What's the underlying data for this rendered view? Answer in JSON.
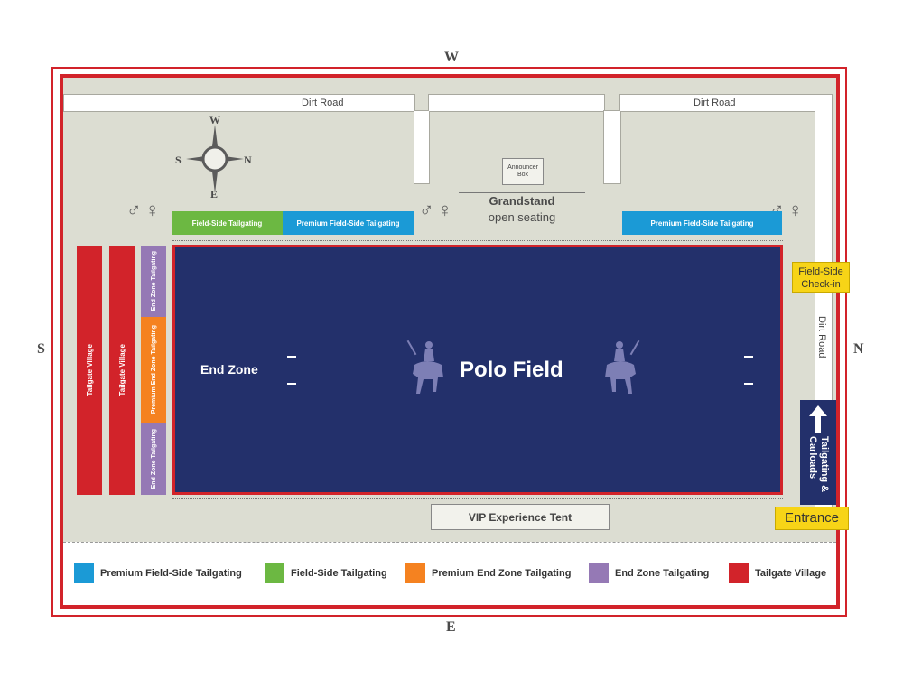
{
  "compass_labels": {
    "top": "W",
    "bottom": "E",
    "left": "S",
    "right": "N"
  },
  "compass_rose": {
    "w": "W",
    "e": "E",
    "s": "S",
    "n": "N"
  },
  "roads": {
    "left_top": "Dirt Road",
    "right_top": "Dirt Road",
    "right_side": "Dirt Road"
  },
  "announcer_box": "Announcer Box",
  "grandstand": {
    "title": "Grandstand",
    "subtitle": "open seating"
  },
  "top_zones": {
    "field_side": "Field-Side Tailgating",
    "premium_left": "Premium Field-Side Tailgating",
    "premium_right": "Premium Field-Side Tailgating"
  },
  "side_zones": {
    "village_1": "Tailgate Village",
    "village_2": "Tailgate Village",
    "end_zone_top": "End Zone Tailgating",
    "premium_end_zone": "Premium End Zone Tailgating",
    "end_zone_bottom": "End Zone Tailgating"
  },
  "field": {
    "end_zone": "End Zone",
    "title": "Polo Field"
  },
  "check_in": "Field-Side Check-in",
  "entrance_arrow_label": "Tailgating & Carloads",
  "entrance": "Entrance",
  "vip_tent": "VIP Experience Tent",
  "legend": [
    {
      "label": "Premium Field-Side Tailgating",
      "color": "#1b9ad6"
    },
    {
      "label": "Field-Side Tailgating",
      "color": "#6cb842"
    },
    {
      "label": "Premium End Zone Tailgating",
      "color": "#f58220"
    },
    {
      "label": "End Zone Tailgating",
      "color": "#9579b5"
    },
    {
      "label": "Tailgate Village",
      "color": "#d2232a"
    }
  ],
  "colors": {
    "premium_field_side": "#1b9ad6",
    "field_side": "#6cb842",
    "premium_end_zone": "#f58220",
    "end_zone": "#9579b5",
    "tailgate_village": "#d2232a",
    "field": "#23306b",
    "entrance_yellow": "#f7d417"
  },
  "icons": [
    "restroom-icon",
    "compass-rose-icon",
    "polo-player-icon",
    "up-arrow-icon"
  ]
}
